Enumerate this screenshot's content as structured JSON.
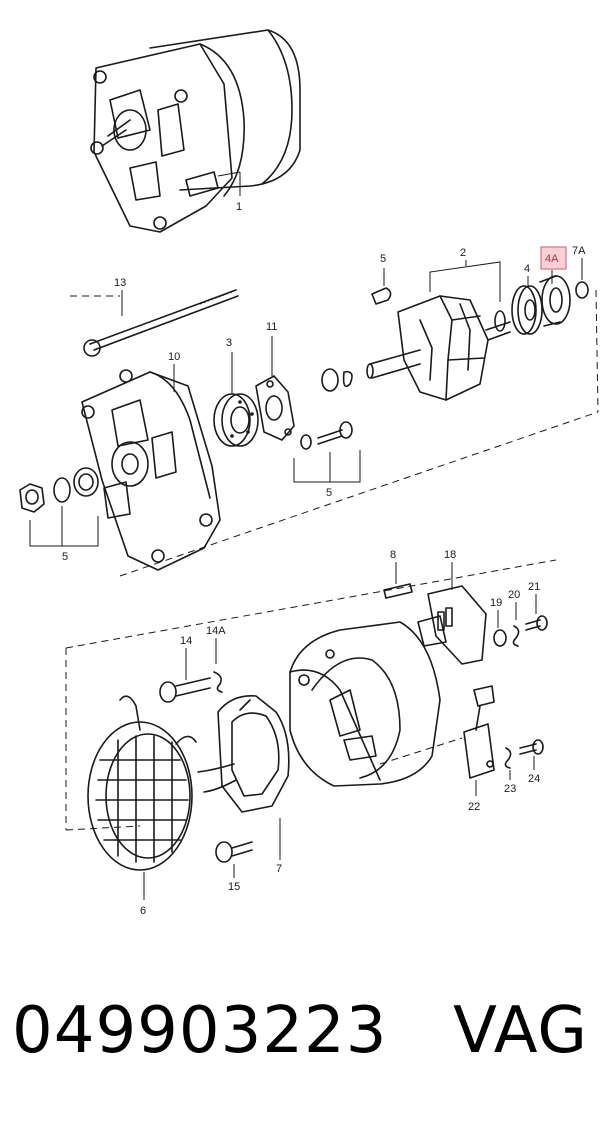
{
  "title": "Alternator exploded view",
  "highlight": {
    "label": "4A",
    "color": "#d9737f",
    "fill": "#f6d0d4"
  },
  "callouts": {
    "c1": "1",
    "c2": "2",
    "c3": "3",
    "c4": "4",
    "c4a": "4A",
    "c5a": "5",
    "c5b": "5",
    "c5c": "5",
    "c6": "6",
    "c7": "7",
    "c7a": "7A",
    "c8": "8",
    "c10": "10",
    "c11": "11",
    "c13": "13",
    "c14": "14",
    "c14a": "14A",
    "c15": "15",
    "c18": "18",
    "c19": "19",
    "c20": "20",
    "c21": "21",
    "c22": "22",
    "c23": "23",
    "c24": "24"
  },
  "footer": {
    "part_number": "049903223",
    "brand": "VAG"
  },
  "icons": [
    "alternator-icon",
    "rotor-icon",
    "stator-icon",
    "bearing-icon",
    "bolt-icon",
    "nut-icon"
  ]
}
